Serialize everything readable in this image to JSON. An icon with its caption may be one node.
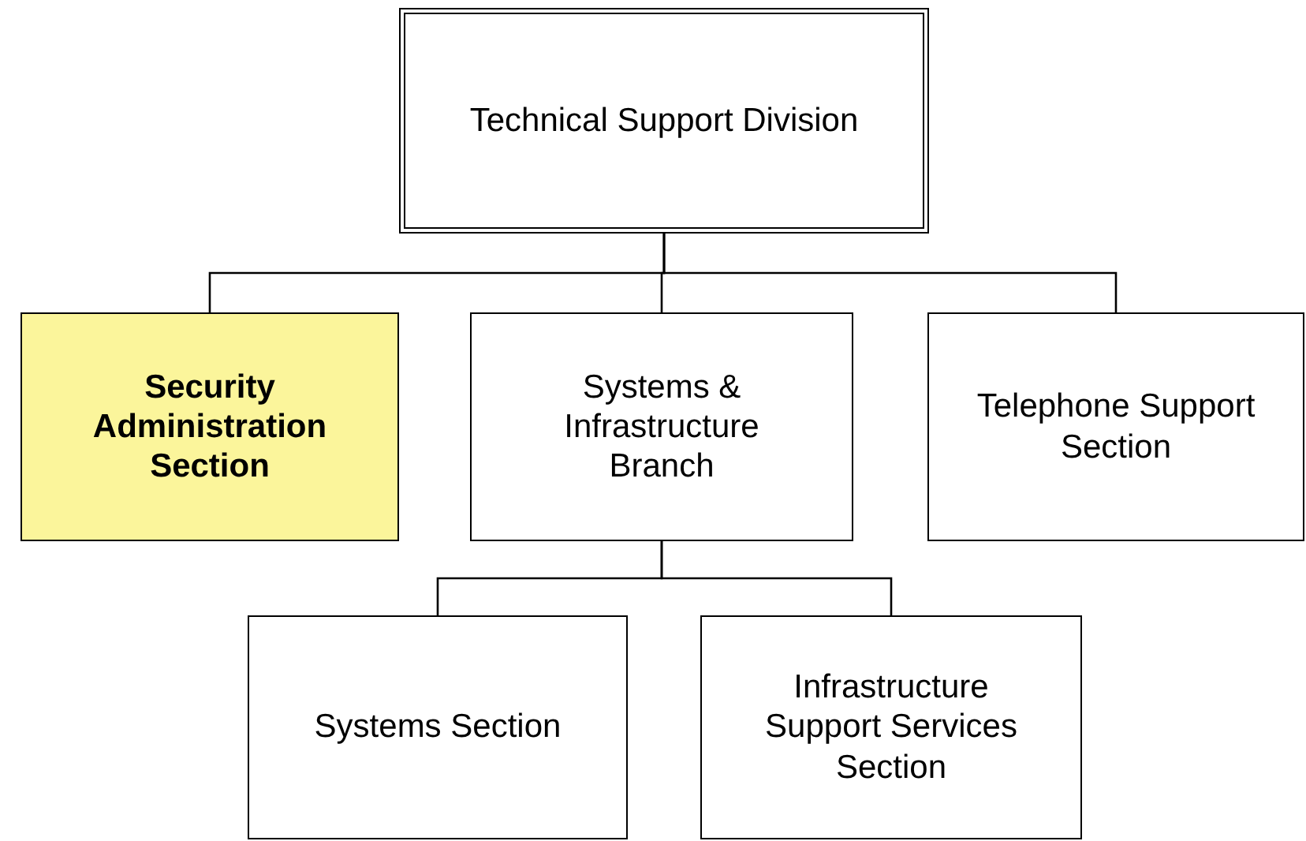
{
  "diagram": {
    "nodes": [
      {
        "text": [
          "Technical Support Division"
        ]
      },
      {
        "text": [
          "Security Administration Section"
        ]
      },
      {
        "text": [
          "Systems & Infrastructure Branch"
        ]
      },
      {
        "text": [
          "Telephone Support Section"
        ]
      },
      {
        "text": [
          "Systems Section"
        ]
      },
      {
        "text": [
          "Infrastructure Support Services Section"
        ]
      }
    ],
    "edges": [
      {
        "from": 0,
        "to": 1,
        "arrow": "none"
      },
      {
        "from": 0,
        "to": 2,
        "arrow": "none"
      },
      {
        "from": 0,
        "to": 3,
        "arrow": "none"
      },
      {
        "from": 2,
        "to": 4,
        "arrow": "none"
      },
      {
        "from": 2,
        "to": 5,
        "arrow": "none"
      }
    ]
  }
}
